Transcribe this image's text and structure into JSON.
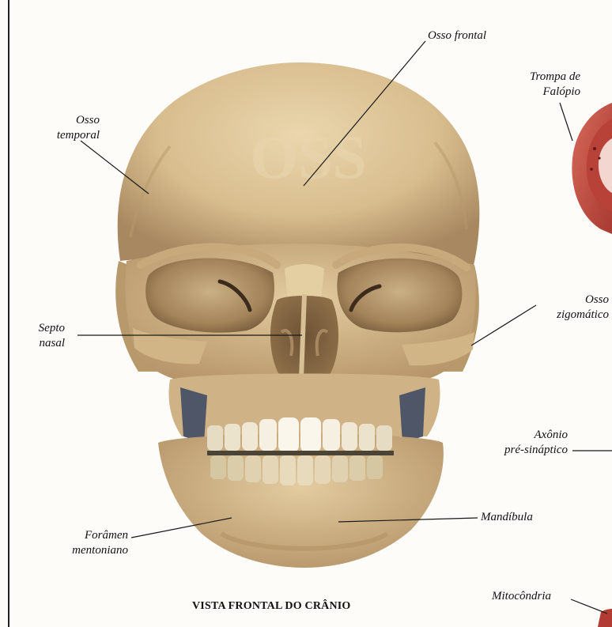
{
  "labels": {
    "osso_frontal": "Osso frontal",
    "osso_temporal": [
      "Osso",
      "temporal"
    ],
    "trompa_de_falopio": [
      "Trompa de",
      "Falópio"
    ],
    "septo_nasal": [
      "Septo",
      "nasal"
    ],
    "osso_zigomatico": [
      "Osso",
      "zigomático"
    ],
    "axonio_pre_sinaptico": [
      "Axônio",
      "pré-sináptico"
    ],
    "mandibula": "Mandíbula",
    "foramen_mentoniano": [
      "Forâmen",
      "mentoniano"
    ],
    "mitocondria": "Mitocôndria"
  },
  "caption": "VISTA FRONTAL DO CRÂNIO",
  "watermark": "OSS",
  "colors": {
    "bone": "#d9bf93",
    "bone_shadow": "#9b7d55",
    "bone_dark": "#5c4630",
    "teeth": "#f4efe2",
    "tissue_pink": "#c24a3e",
    "leader_line": "#1a1a1a"
  }
}
